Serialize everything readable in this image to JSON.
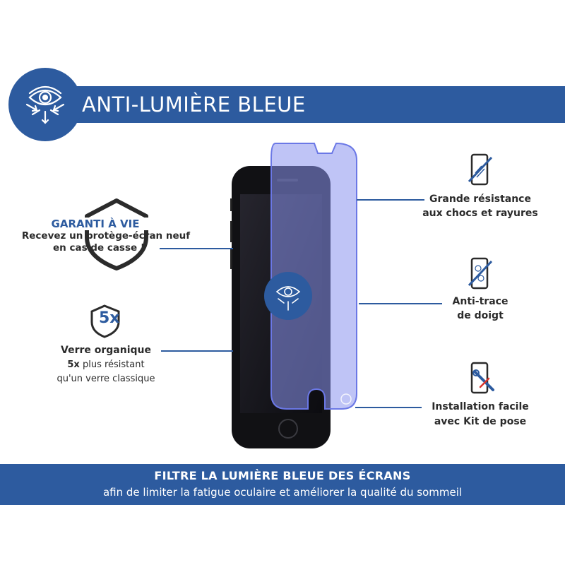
{
  "header": {
    "title": "ANTI-LUMIÈRE BLEUE",
    "badge_icon": "eye-protection-icon"
  },
  "guarantee": {
    "title": "GARANTI À VIE",
    "line1": "Recevez un protège-écran neuf",
    "line2": "en cas de casse !",
    "icon": "shield-outline-icon"
  },
  "organic_glass": {
    "badge": "5x",
    "title": "Verre organique",
    "strong": "5x",
    "rest": " plus résistant",
    "line3": "qu'un verre classique",
    "icon": "shield-5x-icon"
  },
  "features": [
    {
      "line1": "Grande résistance",
      "line2": "aux chocs et rayures",
      "icon": "phone-scratch-icon"
    },
    {
      "line1": "Anti-trace",
      "line2": "de doigt",
      "icon": "phone-fingerprint-icon"
    },
    {
      "line1": "Installation facile",
      "line2": "avec Kit de pose",
      "icon": "phone-tools-icon"
    }
  ],
  "footer": {
    "title": "FILTRE LA LUMIÈRE BLEUE DES ÉCRANS",
    "subtitle": "afin de limiter la fatigue oculaire et améliorer la qualité du sommeil"
  },
  "colors": {
    "brand_blue": "#2d5b9f",
    "protector_blue": "#8b93ef",
    "phone_black": "#111114"
  }
}
